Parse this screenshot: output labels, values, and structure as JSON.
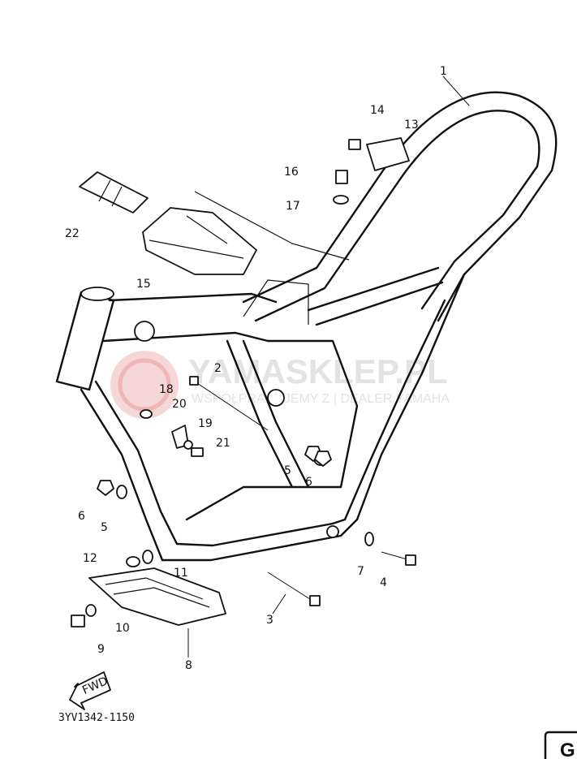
{
  "diagram_code": "3YV1342-1150",
  "fwd_label": "FWD",
  "watermark": {
    "name": "YAMASKLEP.PL",
    "tagline": "WSPÓŁPRACUJEMY Z | DEALER YAMAHA",
    "color": "#e0e0e0",
    "emblem_color": "#f3c9c9"
  },
  "corner_badge_text": "G",
  "callouts": [
    "1",
    "2",
    "3",
    "4",
    "5",
    "5",
    "6",
    "6",
    "7",
    "8",
    "9",
    "10",
    "11",
    "12",
    "13",
    "14",
    "15",
    "16",
    "17",
    "18",
    "19",
    "20",
    "21",
    "22"
  ]
}
